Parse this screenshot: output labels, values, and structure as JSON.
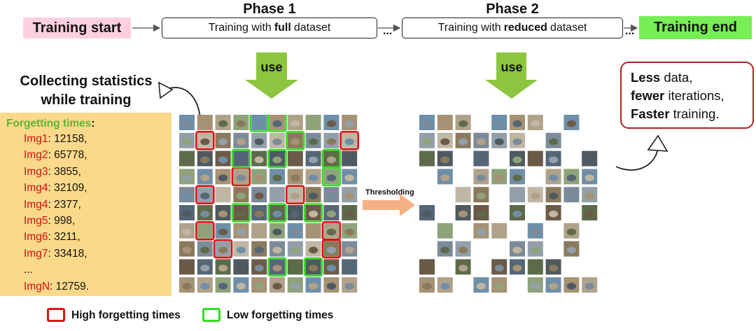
{
  "flow": {
    "start": "Training start",
    "end": "Training end",
    "phase1": {
      "title": "Phase 1",
      "pre": "Training with",
      "bold": "full",
      "post": "dataset"
    },
    "phase2": {
      "title": "Phase 2",
      "pre": "Training with",
      "bold": "reduced",
      "post": "dataset"
    },
    "dots": "..."
  },
  "use_label": "use",
  "collect_label": [
    "Collecting statistics",
    "while training"
  ],
  "forgetting": {
    "title": "Forgetting times",
    "colon": ":",
    "entries": [
      {
        "key": "Img1",
        "value": "12158,"
      },
      {
        "key": "Img2",
        "value": "65778,"
      },
      {
        "key": "Img3",
        "value": "3855,"
      },
      {
        "key": "Img4",
        "value": "32109,"
      },
      {
        "key": "Img4",
        "value": "2377,"
      },
      {
        "key": "Img5",
        "value": "998,"
      },
      {
        "key": "Img6",
        "value": "3211,"
      },
      {
        "key": "Img7",
        "value": "33418,"
      },
      {
        "key": "...",
        "value": ""
      },
      {
        "key": "ImgN",
        "value": "12759."
      }
    ]
  },
  "thresholding_label": "Thresholding",
  "benefits": {
    "line1_bold": "Less",
    "line1_rest": "data,",
    "line2_bold": "fewer",
    "line2_rest": "iterations,",
    "line3_bold": "Faster",
    "line3_rest": "training."
  },
  "legend": {
    "high": "High forgetting times",
    "low": "Low forgetting times",
    "high_color": "#dd1111",
    "low_color": "#33dd22"
  },
  "colors": {
    "start_fill": "#ffcfe0",
    "end_fill": "#77ee55",
    "use_arrow": "#8cc63f",
    "panel": "#fbd98a",
    "threshold_arrow": "#f4b183"
  }
}
